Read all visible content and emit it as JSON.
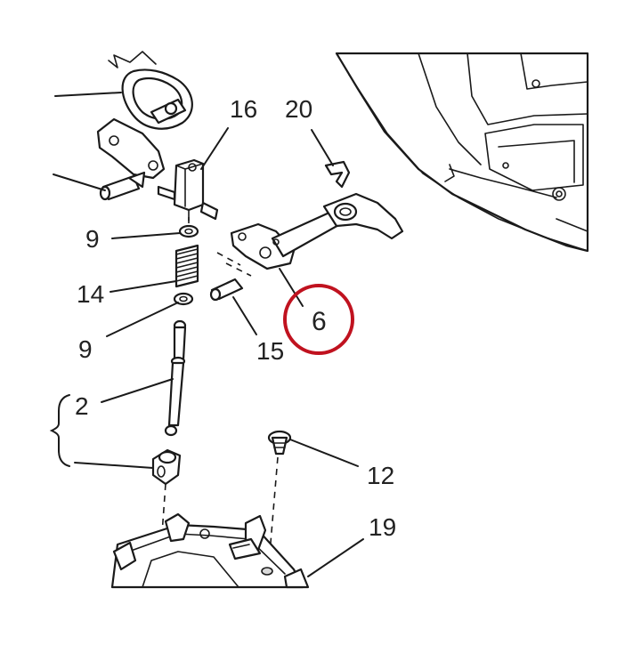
{
  "callouts": {
    "c16": "16",
    "c20": "20",
    "c9a": "9",
    "c14": "14",
    "c9b": "9",
    "c6": "6",
    "c15": "15",
    "c2": "2",
    "c12": "12",
    "c19": "19"
  },
  "colors": {
    "line": "#1a1a1a",
    "highlight_circle": "#c0121f",
    "background": "#ffffff"
  }
}
